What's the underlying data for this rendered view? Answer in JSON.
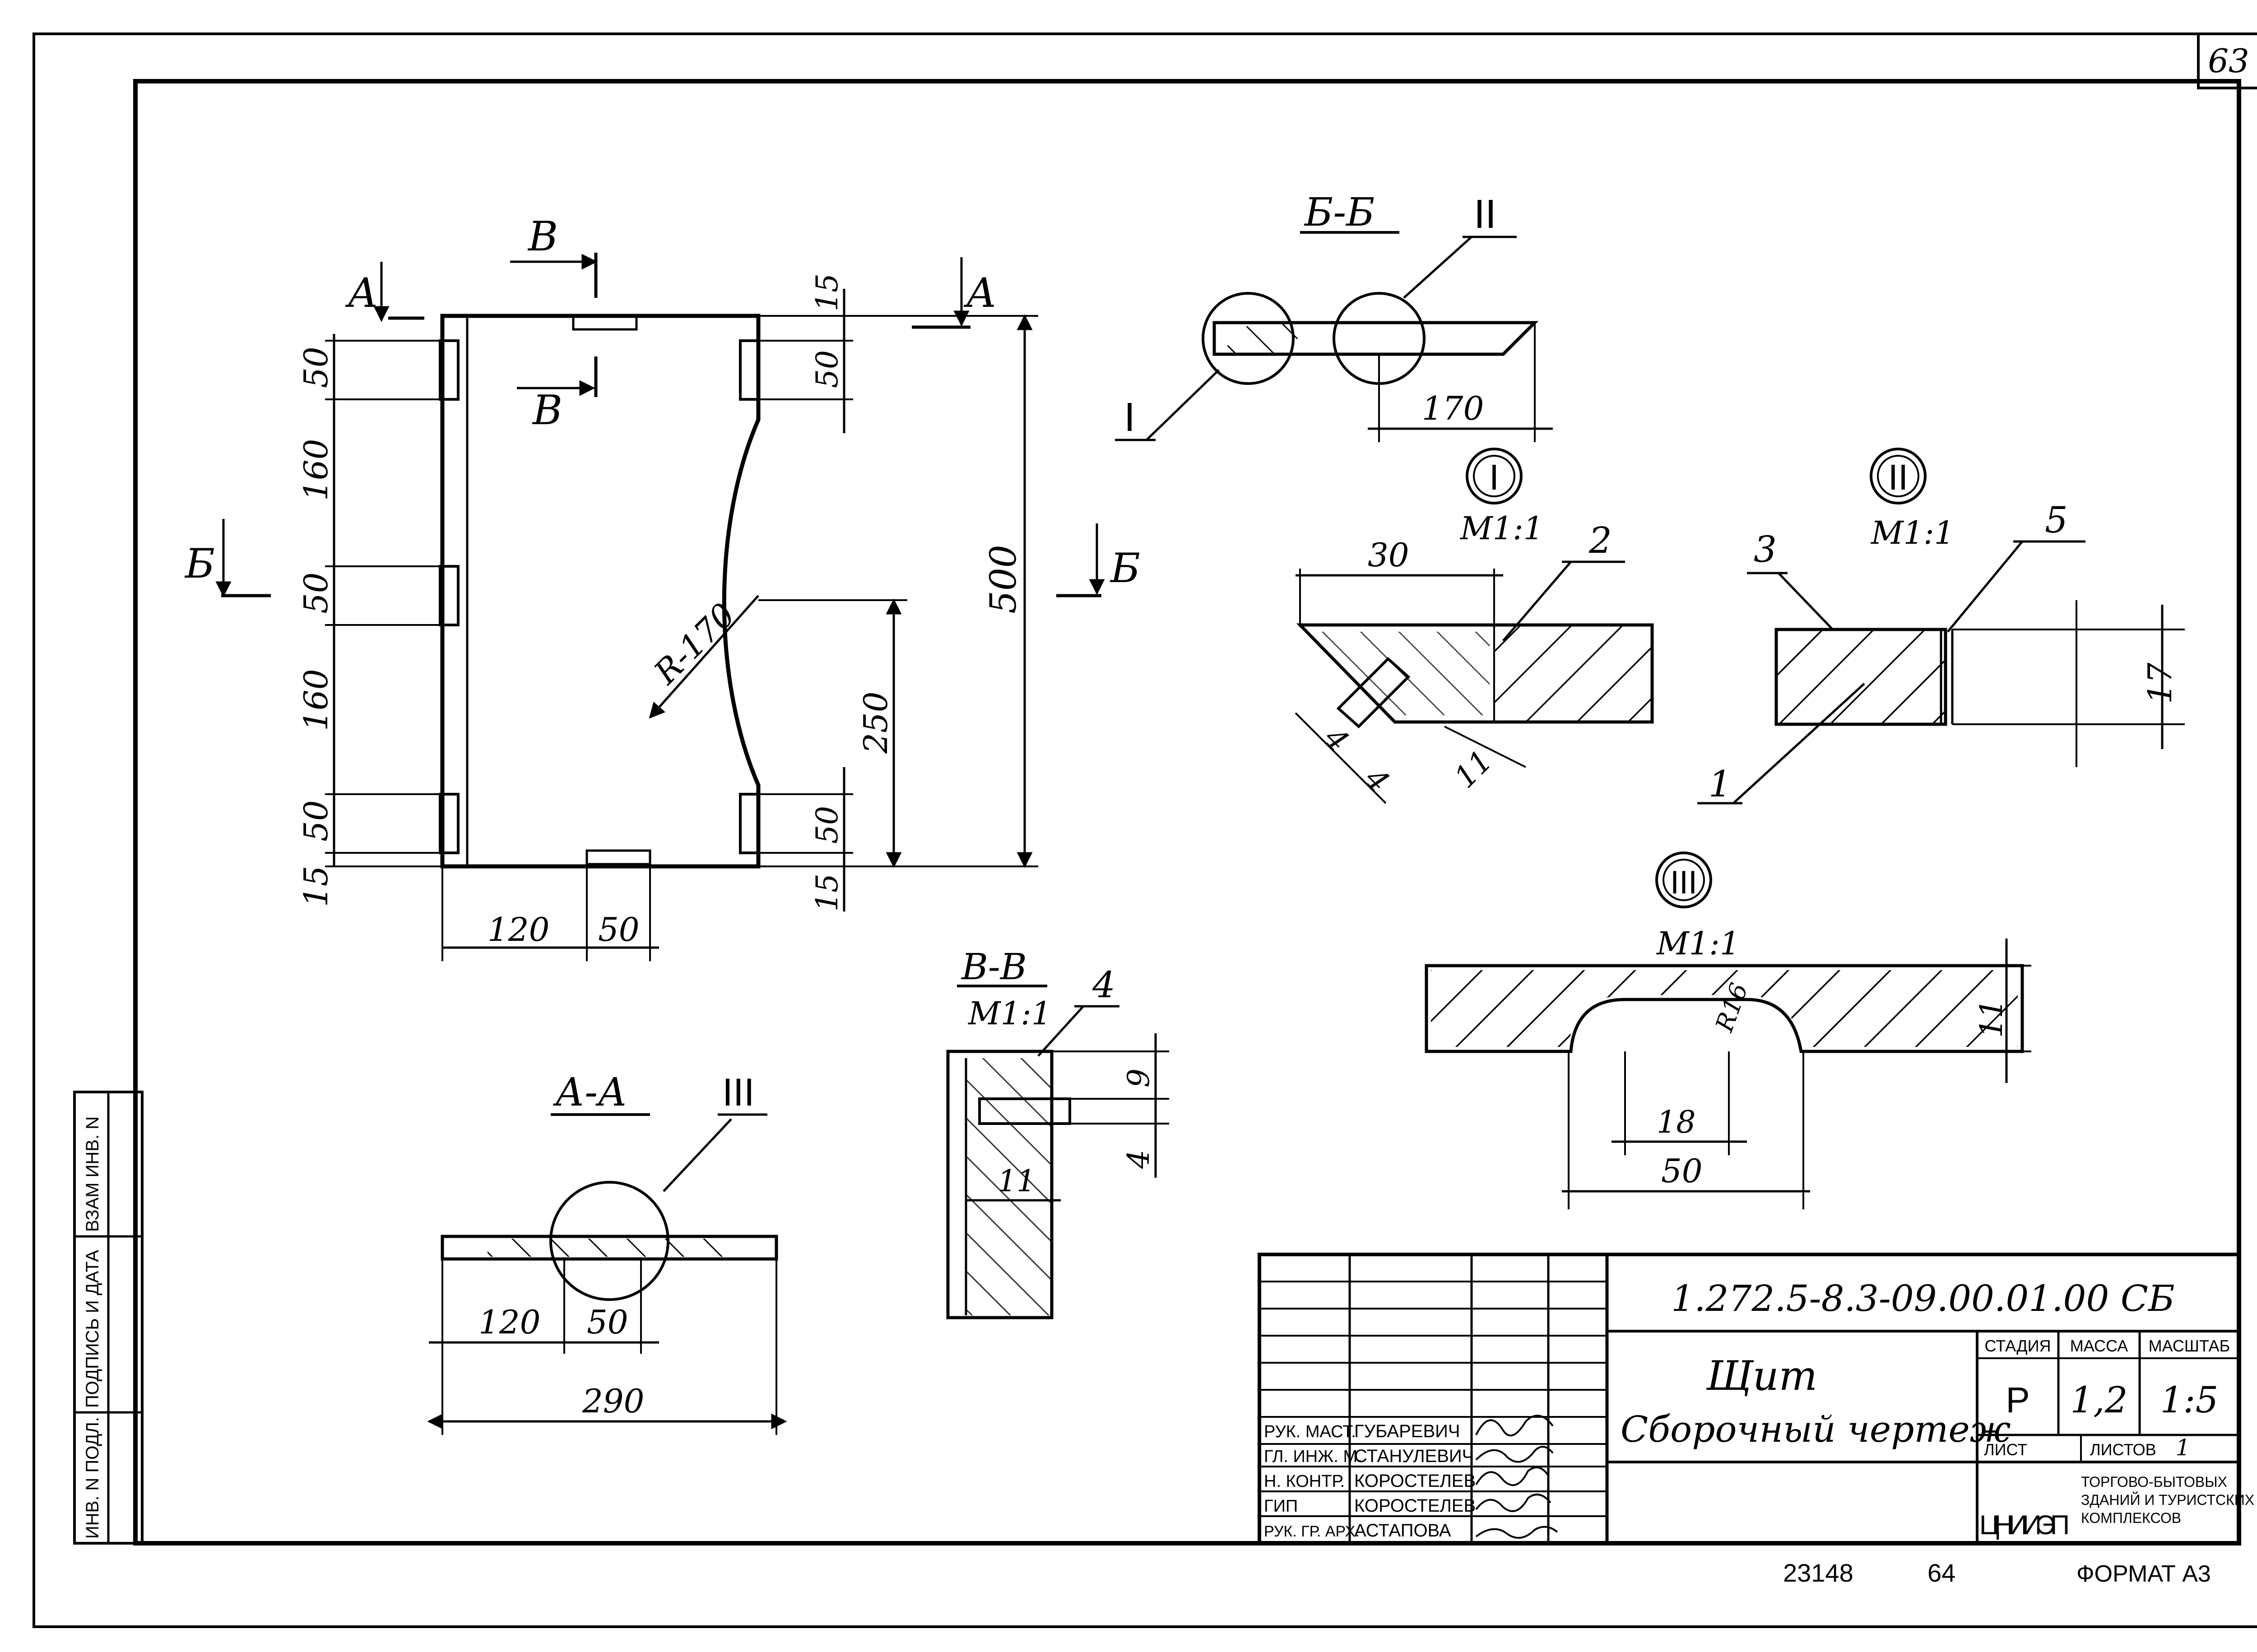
{
  "page_number": "63",
  "side_stamps": {
    "inv_podl": "ИНВ. N ПОДЛ.",
    "podpis_data": "ПОДПИСЬ И ДАТА",
    "vzam_inv": "ВЗАМ ИНВ. N"
  },
  "main_view": {
    "section_marks": {
      "a": "А",
      "b": "Б",
      "v": "В"
    },
    "dims_left": [
      "50",
      "160",
      "50",
      "160",
      "50",
      "15"
    ],
    "dims_inner": [
      "15",
      "50",
      "50",
      "15"
    ],
    "dim_overall_height": "500",
    "dim_250": "250",
    "radius": "R-170",
    "dims_bottom": [
      "120",
      "50"
    ]
  },
  "section_bb": {
    "title": "Б-Б",
    "callout_1": "I",
    "callout_2": "II",
    "dim": "170"
  },
  "detail_1": {
    "label": "I",
    "scale": "М1:1",
    "dims": [
      "30",
      "4",
      "4",
      "11"
    ],
    "pos": "2"
  },
  "detail_2": {
    "label": "II",
    "scale": "М1:1",
    "dim": "17",
    "pos_3": "3",
    "pos_5": "5",
    "pos_1": "1"
  },
  "detail_3": {
    "label": "III",
    "scale": "М1:1",
    "radius": "R16",
    "dims": [
      "11",
      "18",
      "50"
    ]
  },
  "section_vv": {
    "title": "В-В",
    "scale": "М1:1",
    "pos": "4",
    "dims": [
      "9",
      "4",
      "11"
    ]
  },
  "section_aa": {
    "title": "А-А",
    "callout": "III",
    "dims": [
      "120",
      "50",
      "290"
    ]
  },
  "title_block": {
    "doc_code": "1.272.5-8.3-09.00.01.00 СБ",
    "name_line1": "Щит",
    "name_line2": "Сборочный чертеж",
    "col_stadia": "СТАДИЯ",
    "col_massa": "МАССА",
    "col_masshtab": "МАСШТАБ",
    "stadia": "Р",
    "massa": "1,2",
    "masshtab": "1:5",
    "list_label": "ЛИСТ",
    "listov_label": "ЛИСТОВ",
    "listov": "1",
    "org_logo": "ЦНИИЭП",
    "org_text": [
      "ТОРГОВО-БЫТОВЫХ",
      "ЗДАНИЙ И ТУРИСТСКИХ",
      "КОМПЛЕКСОВ"
    ],
    "roles": [
      "РУК. МАСТ.",
      "ГЛ. ИНЖ. М.",
      "Н. КОНТР.",
      "ГИП",
      "РУК. ГР. АРХ."
    ],
    "names": [
      "ГУБАРЕВИЧ",
      "СТАНУЛЕВИЧ",
      "КОРОСТЕЛЕВ",
      "КОРОСТЕЛЕВ",
      "АСТАПОВА"
    ]
  },
  "footer": {
    "inventory": "23148",
    "sheet": "64",
    "format": "ФОРМАТ А3"
  }
}
